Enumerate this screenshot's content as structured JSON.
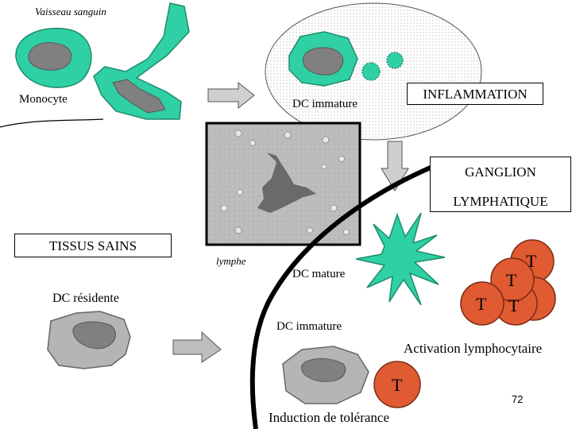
{
  "labels": {
    "blood_vessel": "Vaisseau sanguin",
    "monocyte": "Monocyte",
    "dc_immature_top": "DC immature",
    "inflammation": "INFLAMMATION",
    "ganglion": "GANGLION",
    "lymphatique": "LYMPHATIQUE",
    "healthy_tissue": "TISSUS SAINS",
    "lymph": "lymphe",
    "dc_mature": "DC mature",
    "resident_dc": "DC résidente",
    "dc_immature_bottom": "DC immature",
    "lymphocyte_activation": "Activation lymphocytaire",
    "tolerance_induction": "Induction de tolérance",
    "page_number": "72",
    "t_cell": "T"
  },
  "colors": {
    "cell_green": "#2fd0a4",
    "nucleus_gray": "#808080",
    "cell_gray": "#b5b5b5",
    "t_cell_fill": "#e05a32",
    "photo_bg": "#b9b9b9"
  }
}
